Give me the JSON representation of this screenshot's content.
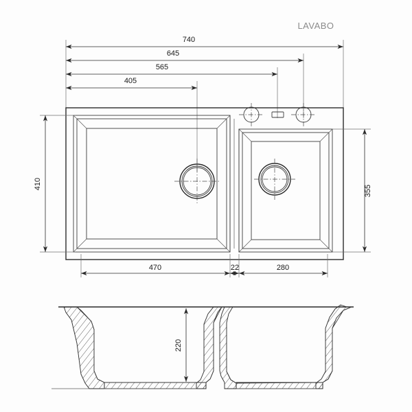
{
  "document": {
    "type": "technical-drawing",
    "subject": "kitchen-sink-1.5-bowl",
    "background_color": "#fdfdfd",
    "line_color": "#2a2a2a"
  },
  "logo": {
    "text": "LAVABO",
    "color": "#8a8a8a"
  },
  "views": {
    "plan": {
      "name": "plan-view-top",
      "label": ""
    },
    "section": {
      "name": "cross-section-view",
      "label": ""
    }
  },
  "dimensions": {
    "overall_width": "740",
    "to_right_tap_hole": "645",
    "to_left_tap_hole": "565",
    "to_main_drain": "405",
    "overall_depth": "410",
    "small_bowl_depth": "355",
    "main_bowl_width": "470",
    "divider_width": "22",
    "small_bowl_width": "280",
    "bowl_height": "220"
  },
  "features": {
    "tap_hole_left": "tap-hole",
    "tap_hole_right": "tap-hole",
    "overflow_slot": "overflow-slot",
    "drain_main": "drain-outlet-main-bowl",
    "drain_small": "drain-outlet-small-bowl"
  },
  "units": {
    "system": "mm"
  }
}
